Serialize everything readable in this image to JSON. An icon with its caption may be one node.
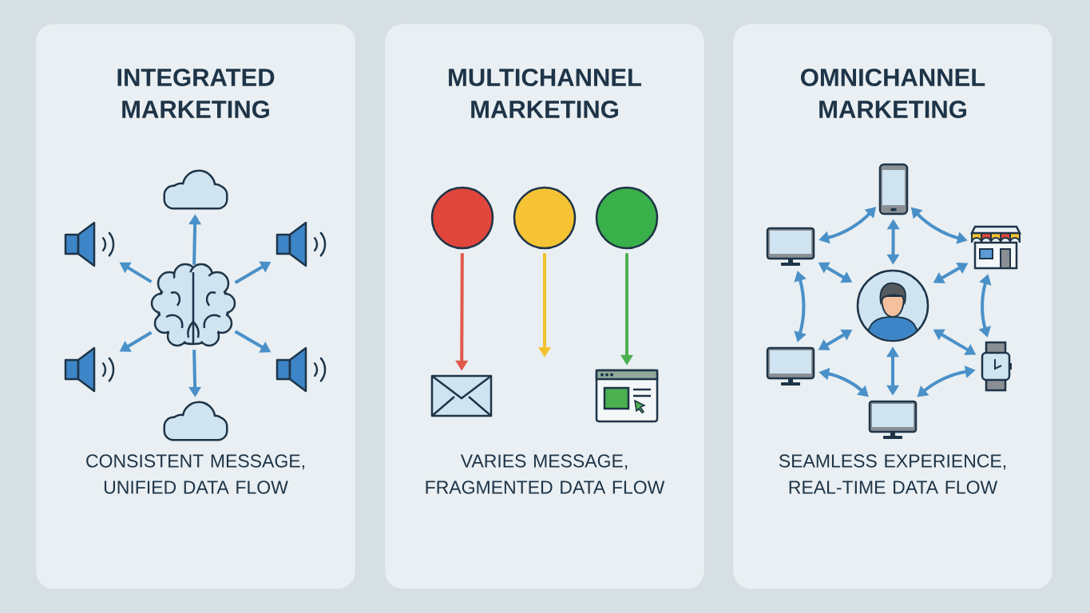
{
  "diagram": {
    "nodes": [
      {
        "text": [
          "INTEGRATED MARKETING",
          "CONSISTENT MESSAGE, UNIFIED DATA FLOW"
        ]
      },
      {
        "text": [],
        "shape": "brain",
        "in": 0
      },
      {
        "text": [],
        "shape": "cloud",
        "in": 0
      },
      {
        "text": [],
        "shape": "speaker",
        "in": 0
      },
      {
        "text": [],
        "shape": "speaker",
        "in": 0
      },
      {
        "text": [],
        "shape": "speaker",
        "in": 0
      },
      {
        "text": [],
        "shape": "speaker",
        "in": 0
      },
      {
        "text": [],
        "shape": "cloud",
        "in": 0
      },
      {
        "text": [
          "MULTICHANNEL MARKETING",
          "VARIES MESSAGE, FRAGMENTED DATA FLOW"
        ]
      },
      {
        "text": [],
        "shape": "circle",
        "in": 8
      },
      {
        "text": [],
        "shape": "circle",
        "in": 8
      },
      {
        "text": [],
        "shape": "circle",
        "in": 8
      },
      {
        "text": [],
        "shape": "envelope",
        "in": 8
      },
      {
        "text": [],
        "shape": "browser",
        "in": 8
      },
      {
        "text": [
          "OMNICHANNEL MARKETING",
          "SEAMLESS EXPERIENCE, REAL-TIME DATA FLOW"
        ]
      },
      {
        "text": [],
        "shape": "phone",
        "in": 14
      },
      {
        "text": [],
        "shape": "monitor",
        "in": 14
      },
      {
        "text": [],
        "shape": "store",
        "in": 14
      },
      {
        "text": [],
        "shape": "person",
        "in": 14
      },
      {
        "text": [],
        "shape": "monitor",
        "in": 14
      },
      {
        "text": [],
        "shape": "watch",
        "in": 14
      },
      {
        "text": [],
        "shape": "monitor",
        "in": 14
      }
    ],
    "edges": [
      {
        "from": 1,
        "to": 2,
        "arrow": "to"
      },
      {
        "from": 1,
        "to": 3,
        "arrow": "to"
      },
      {
        "from": 1,
        "to": 4,
        "arrow": "to"
      },
      {
        "from": 1,
        "to": 5,
        "arrow": "to"
      },
      {
        "from": 1,
        "to": 6,
        "arrow": "to"
      },
      {
        "from": 1,
        "to": 7,
        "arrow": "to"
      },
      {
        "from": 9,
        "to": 12,
        "arrow": "to",
        "color": "#e05a4a"
      },
      {
        "from": 10,
        "to": null,
        "arrow": "to",
        "color": "#f2c12e"
      },
      {
        "from": 11,
        "to": 13,
        "arrow": "to",
        "color": "#4cb050"
      },
      {
        "from": 18,
        "to": 15,
        "arrow": "both"
      },
      {
        "from": 18,
        "to": 16,
        "arrow": "both"
      },
      {
        "from": 18,
        "to": 17,
        "arrow": "both"
      },
      {
        "from": 18,
        "to": 19,
        "arrow": "both"
      },
      {
        "from": 18,
        "to": 20,
        "arrow": "both"
      },
      {
        "from": 18,
        "to": 21,
        "arrow": "both"
      },
      {
        "from": 15,
        "to": 17,
        "arrow": "both"
      },
      {
        "from": 17,
        "to": 20,
        "arrow": "both"
      },
      {
        "from": 20,
        "to": 21,
        "arrow": "both"
      },
      {
        "from": 21,
        "to": 19,
        "arrow": "both"
      },
      {
        "from": 19,
        "to": 16,
        "arrow": "both"
      },
      {
        "from": 16,
        "to": 15,
        "arrow": "both"
      }
    ]
  }
}
